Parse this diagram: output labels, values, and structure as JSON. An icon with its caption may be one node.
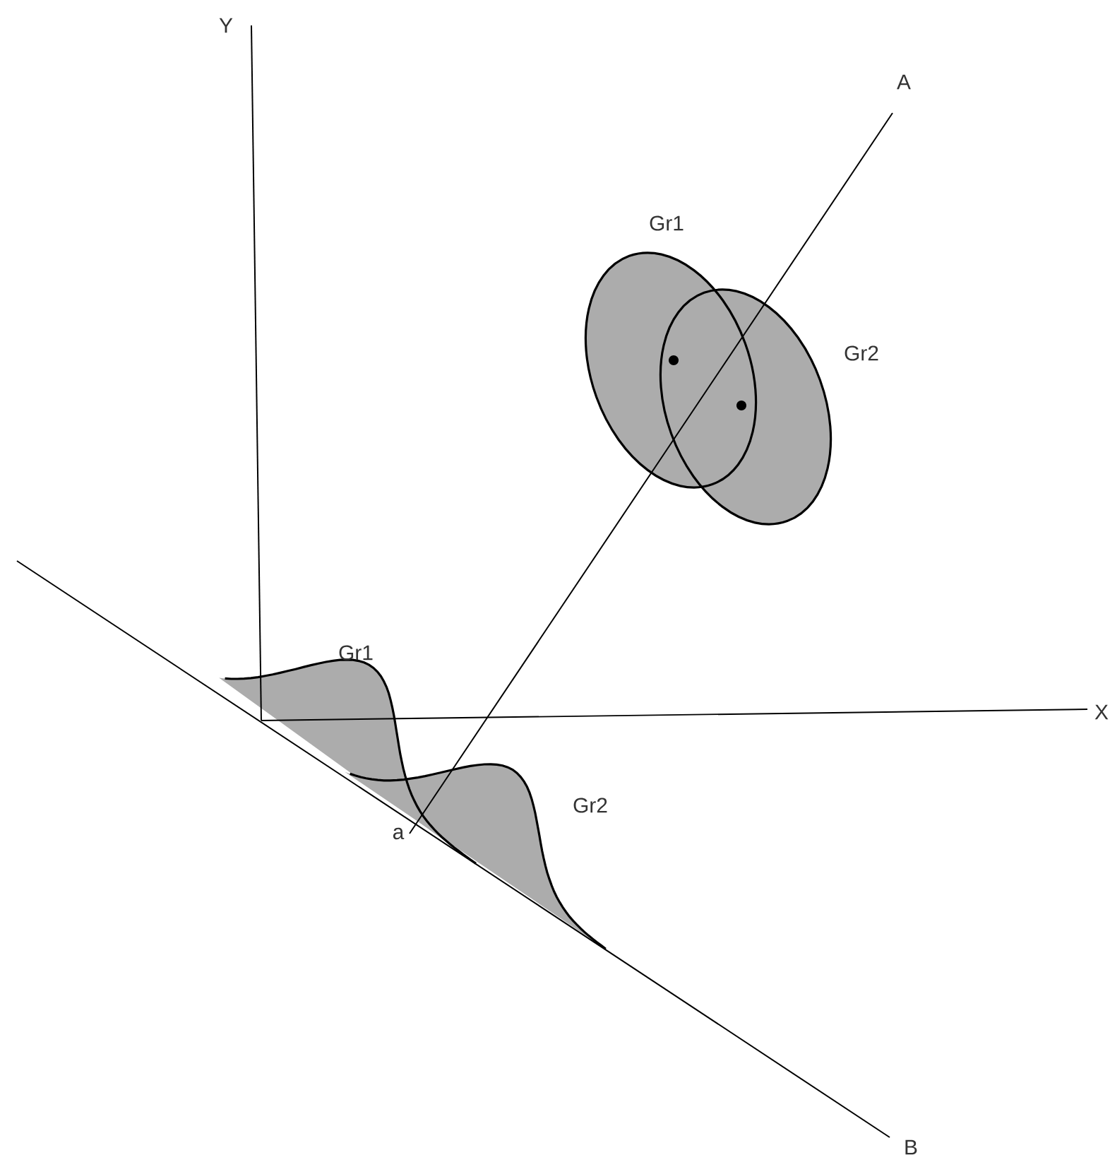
{
  "diagram": {
    "labels": [
      "Y",
      "A",
      "Gr1",
      "Gr2",
      "Gr1",
      "X",
      "Gr2",
      "a",
      "B"
    ]
  }
}
